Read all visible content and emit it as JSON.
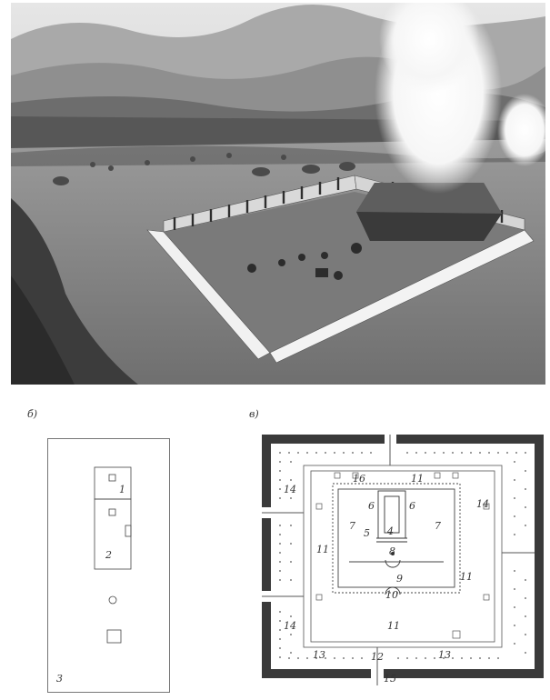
{
  "labels": {
    "panel_b": "б)",
    "panel_v": "в)"
  },
  "plan_b": {
    "n1": "1",
    "n2": "2",
    "n3": "3"
  },
  "plan_v": {
    "n4": "4",
    "n5": "5",
    "n6a": "6",
    "n6b": "6",
    "n7a": "7",
    "n7b": "7",
    "n8": "8",
    "n9": "9",
    "n10": "10",
    "n11_top": "11",
    "n11_left": "11",
    "n11_right": "11",
    "n11_bottom": "11",
    "n12": "12",
    "n13a": "13",
    "n13b": "13",
    "n14_tl": "14",
    "n14_tr": "14",
    "n14_bl": "14",
    "n15": "15",
    "n16": "16"
  },
  "colors": {
    "ink": "#222222",
    "wall": "#3a3a3a",
    "sky": "#cfcfcf",
    "ground": "#8e8e8e"
  }
}
